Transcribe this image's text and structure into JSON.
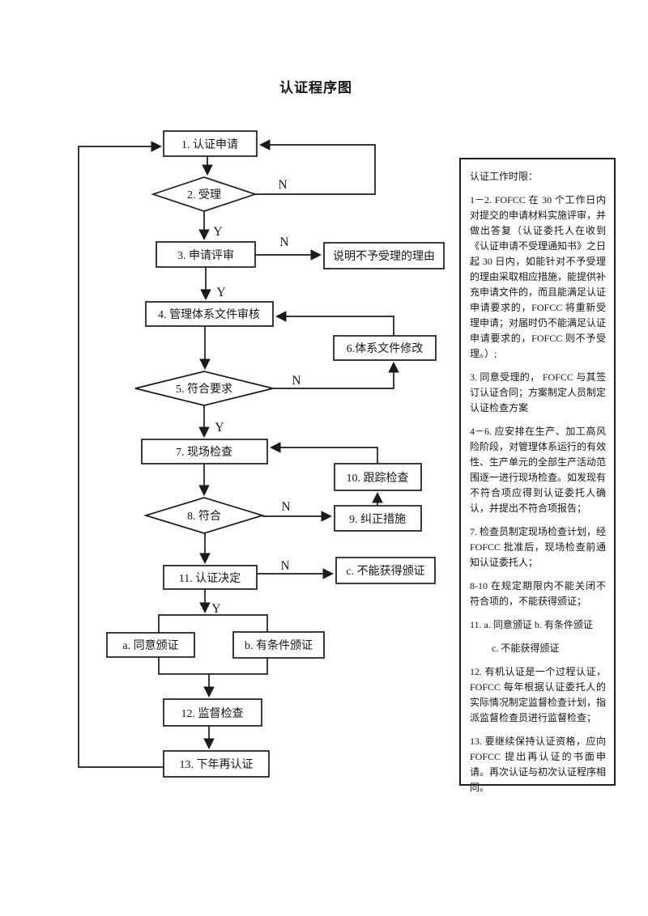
{
  "title": "认证程序图",
  "labels": {
    "yes": "Y",
    "no": "N"
  },
  "nodes": {
    "apply": {
      "label": "1. 认证申请"
    },
    "accept": {
      "label": "2. 受理"
    },
    "review": {
      "label": "3. 申请评审"
    },
    "reject_reason": {
      "label": "说明不予受理的理由"
    },
    "doc_audit": {
      "label": "4. 管理体系文件审核"
    },
    "doc_modify": {
      "label": "6.体系文件修改"
    },
    "meets_req": {
      "label": "5. 符合要求"
    },
    "site_inspect": {
      "label": "7. 现场检查"
    },
    "track_inspect": {
      "label": "10. 跟踪检查"
    },
    "conform": {
      "label": "8. 符合"
    },
    "corrective": {
      "label": "9. 纠正措施"
    },
    "decision": {
      "label": "11. 认证决定"
    },
    "no_cert": {
      "label": "c. 不能获得颁证"
    },
    "agree_cert": {
      "label": "a. 同意颁证"
    },
    "conditional_cert": {
      "label": "b. 有条件颁证"
    },
    "supervise": {
      "label": "12. 监督检查"
    },
    "recert": {
      "label": "13. 下年再认证"
    }
  },
  "sidebar": {
    "paragraphs": [
      "认证工作时限：",
      "1－2.  FOFCC 在 30 个工作日内对提交的申请材料实施评审，并做出答复（认证委托人在收到《认证申请不受理通知书》之日起 30 日内，如能针对不予受理的理由采取相应措施，能提供补充申请文件的，而且能满足认证申请要求的，FOFCC 将重新受理申请；对届时仍不能满足认证申请要求的，FOFCC 则不予受理。）;",
      "3. 同意受理的， FOFCC 与其签订认证合同；方案制定人员制定认证检查方案",
      "4－6. 应安排在生产、加工高风险阶段，对管理体系运行的有效性、生产单元的全部生产活动范围逐一进行现场检查。如发现有不符合项应得到认证委托人确认，并提出不符合项报告；",
      "7.  检查员制定现场检查计划，经 FOFCC 批准后，现场检查前通知认证委托人；",
      "8-10  在规定期限内不能关闭不符合项的，不能获得颁证；",
      "11.  a. 同意颁证 b. 有条件颁证",
      "c. 不能获得颁证",
      "12.  有机认证是一个过程认证，FOFCC 每年根据认证委托人的实际情况制定监督检查计划，指派监督检查员进行监督检查；",
      "13.  要继续保持认证资格，应向 FOFCC 提出再认证的书面申请。再次认证与初次认证程序相同。"
    ]
  }
}
